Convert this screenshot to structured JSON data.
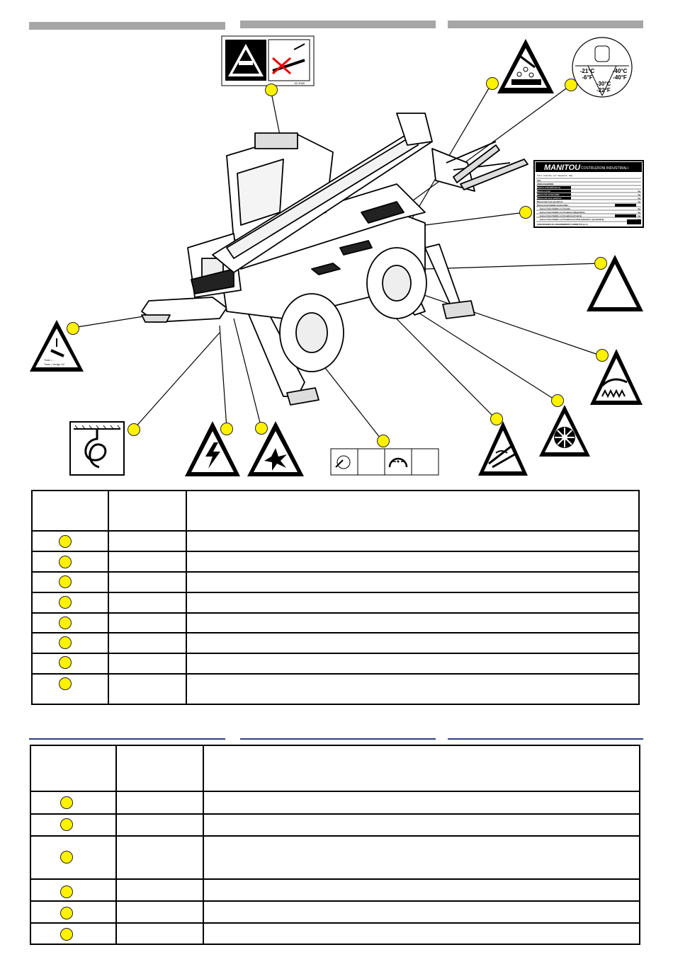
{
  "decals": {
    "manitou_plate": {
      "brand": "MANITOU",
      "company": "COSTRUZIONI INDUSTRIALI",
      "address": "Via C. Colombo, Loc. Vaucenza - Italy",
      "fields": [
        "Tipo",
        "OMOLOGAZIONE",
        "Numero d'identificazione",
        "Massa a vuoto",
        "Massa max ammissibile",
        "Massa max asse anteriore",
        "Massa max asse posteriore",
        "Massa rimorchiabile ammissibile :",
        "- massa rimorchiabile non frenata",
        "- massa rimorchiabile con frenatura indipendente",
        "- massa rimorchiabile con frenatura ad inerzia",
        "- massa rimorchiabile con frenatura assistita (idraulica o pneumatica)",
        "COEFFICIENTE DI ASSORBIMENTO CORRETTO (m-1)"
      ],
      "units": [
        "kg",
        "kg",
        "kg",
        "kg",
        "kg",
        "kg",
        "kg",
        "kg"
      ]
    },
    "antifreeze": {
      "t1": "-21°C",
      "t1f": "-6°F",
      "t2": "-40°C",
      "t2f": "-40°F",
      "t3": "-30°C",
      "t3f": "-22°F"
    },
    "crush_ref": "52 2065",
    "hose_line1": "Tmax = ...",
    "hose_line2": "Tmax = 4a kgs 1/2"
  },
  "colors": {
    "callout": "#fff200",
    "header_bar": "#a6a6a6",
    "section_line": "#2c3e82"
  }
}
